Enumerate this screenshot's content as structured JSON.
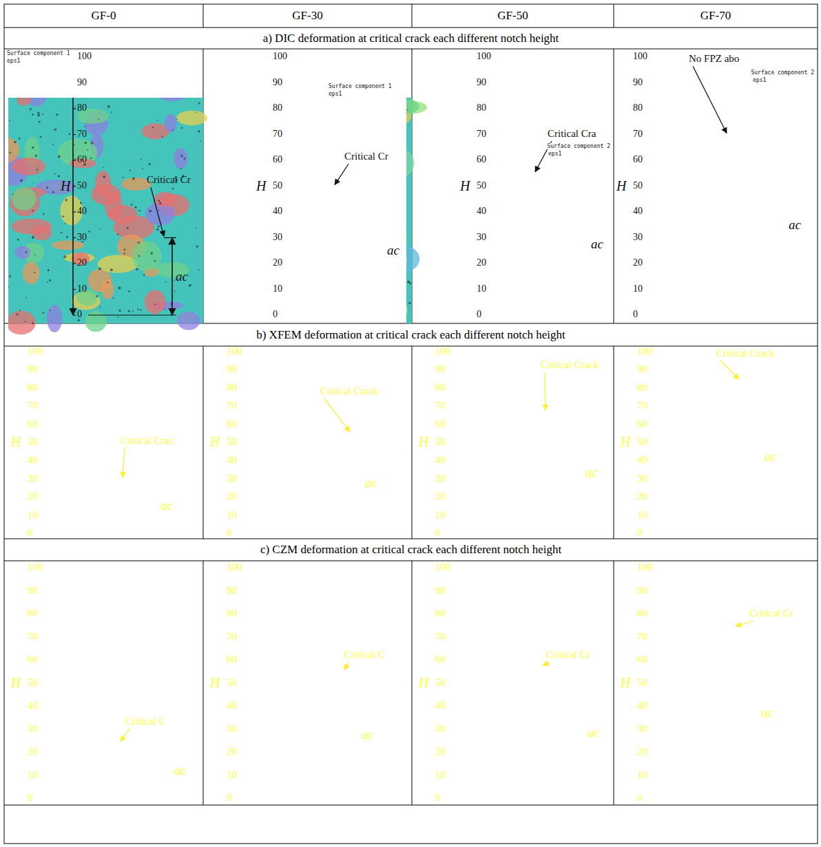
{
  "diagram": {
    "nodes": [
      {
        "text": [
          "GF-0"
        ]
      },
      {
        "text": [
          "GF-30"
        ]
      },
      {
        "text": [
          "GF-50"
        ]
      },
      {
        "text": [
          "GF-70"
        ]
      },
      {
        "text": [
          "a) DIC deformation at critical crack each different notch height"
        ]
      },
      {
        "text": [
          "100",
          "90",
          "80",
          "70",
          "60",
          "50",
          "40",
          "30",
          "20",
          "10",
          "0",
          "H",
          "ac",
          "Critical Cr",
          "Surface component 1",
          "eps1"
        ]
      },
      {
        "text": [
          "100",
          "90",
          "80",
          "70",
          "60",
          "50",
          "40",
          "30",
          "20",
          "10",
          "0",
          "H",
          "ac",
          "Critical Cr",
          "Surface component 1",
          "eps1"
        ]
      },
      {
        "text": [
          "100",
          "90",
          "80",
          "70",
          "60",
          "50",
          "40",
          "30",
          "20",
          "10",
          "0",
          "H",
          "ac",
          "Critical Cra",
          "Surface component 2",
          "eps1"
        ]
      },
      {
        "text": [
          "100",
          "90",
          "80",
          "70",
          "60",
          "50",
          "40",
          "30",
          "20",
          "10",
          "0",
          "H",
          "ac",
          "No FPZ abo",
          "Surface component 2",
          "eps1"
        ]
      },
      {
        "text": [
          "b) XFEM deformation at critical crack each different notch height"
        ]
      },
      {
        "text": [
          "100",
          "90",
          "80",
          "70",
          "60",
          "50",
          "40",
          "30",
          "20",
          "10",
          "0",
          "H",
          "ac",
          "Critical Crac"
        ]
      },
      {
        "text": [
          "100",
          "90",
          "80",
          "70",
          "60",
          "50",
          "40",
          "30",
          "20",
          "10",
          "0",
          "H",
          "ac",
          "Critical Crack"
        ]
      },
      {
        "text": [
          "100",
          "90",
          "80",
          "70",
          "60",
          "50",
          "40",
          "30",
          "20",
          "10",
          "0",
          "H",
          "ac",
          "Critical Crack"
        ]
      },
      {
        "text": [
          "100",
          "90",
          "80",
          "70",
          "60",
          "50",
          "40",
          "30",
          "20",
          "10",
          "0",
          "H",
          "ac",
          "Critical Crack"
        ]
      },
      {
        "text": [
          "c) CZM deformation at critical crack each different notch height"
        ]
      },
      {
        "text": [
          "100",
          "90",
          "80",
          "70",
          "60",
          "50",
          "40",
          "30",
          "20",
          "10",
          "0",
          "H",
          "ac",
          "Critical C"
        ]
      },
      {
        "text": [
          "100",
          "90",
          "80",
          "70",
          "60",
          "50",
          "40",
          "30",
          "20",
          "10",
          "0",
          "H",
          "ac",
          "Critical C"
        ]
      },
      {
        "text": [
          "100",
          "90",
          "80",
          "70",
          "60",
          "50",
          "40",
          "30",
          "20",
          "10",
          "0",
          "H",
          "ac",
          "Critical Cr"
        ]
      },
      {
        "text": [
          "100",
          "90",
          "80",
          "70",
          "60",
          "50",
          "40",
          "30",
          "20",
          "10",
          "0",
          "H",
          "ac",
          "Critical Cr"
        ]
      }
    ]
  }
}
